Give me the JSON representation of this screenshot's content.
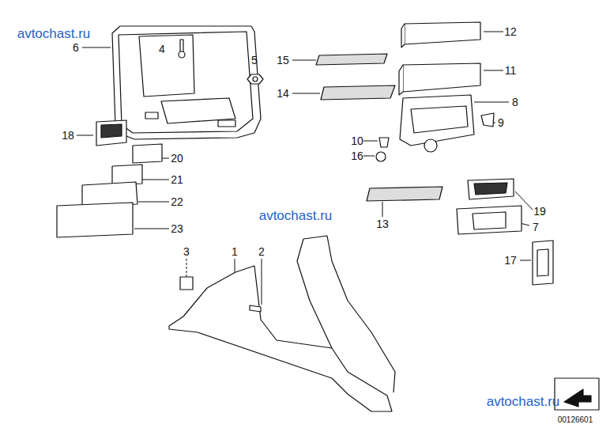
{
  "diagram": {
    "labels": [
      "avtochast.ru",
      "6",
      "4",
      "5",
      "15",
      "12",
      "14",
      "11",
      "8",
      "9",
      "18",
      "10",
      "16",
      "20",
      "21",
      "22",
      "23",
      "avtochast.ru",
      "13",
      "19",
      "7",
      "3",
      "1",
      "2",
      "17",
      "avtochast.ru",
      "00126601"
    ]
  }
}
